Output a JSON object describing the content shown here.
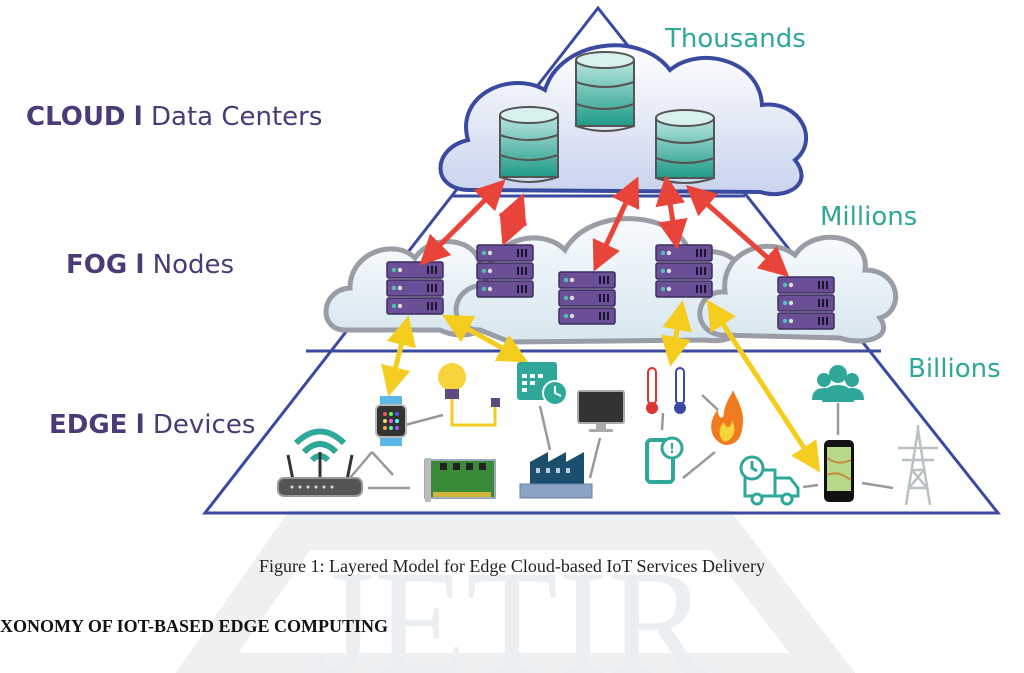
{
  "figure": {
    "layers": [
      {
        "key": "cloud",
        "name": "CLOUD",
        "separator": "l",
        "description": "Data Centers",
        "count": "Thousands"
      },
      {
        "key": "fog",
        "name": "FOG",
        "separator": "l",
        "description": "Nodes",
        "count": "Millions"
      },
      {
        "key": "edge",
        "name": "EDGE",
        "separator": "l",
        "description": "Devices",
        "count": "Billions"
      }
    ],
    "edge_devices": [
      "wifi-router",
      "smartwatch",
      "light-bulb",
      "network-card",
      "calendar-clock",
      "monitor",
      "factory",
      "thermometers",
      "smartphone-alert",
      "fire",
      "delivery-truck",
      "smartphone-map",
      "people-group",
      "power-tower"
    ],
    "colors": {
      "label": "#4a3a75",
      "count": "#2fa89a",
      "pyramid": "#3a4aa0",
      "cloud_to_fog_arrows": "#e8443a",
      "fog_to_edge_arrows": "#f5cd1e",
      "server": "#6b4f96",
      "database": "#2faa98"
    }
  },
  "caption": "Figure 1: Layered Model for Edge Cloud-based IoT Services Delivery",
  "section_heading": "XONOMY OF IOT-BASED EDGE COMPUTING",
  "watermark": "JETIR"
}
